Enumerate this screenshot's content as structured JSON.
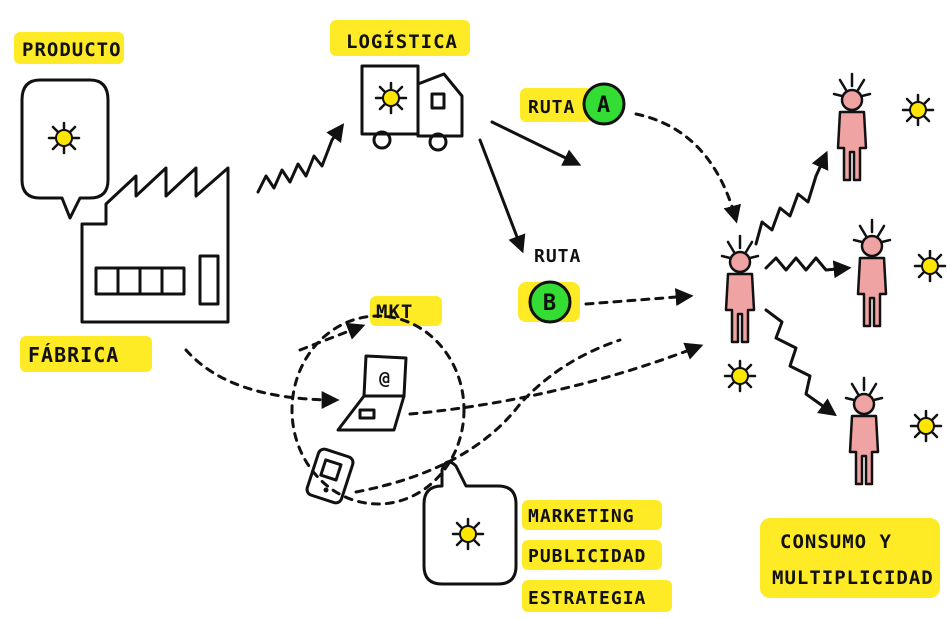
{
  "labels": {
    "producto": "PRODUCTO",
    "logistica": "LOGÍSTICA",
    "ruta_a": "RUTA",
    "ruta_a_badge": "A",
    "ruta_b": "RUTA",
    "ruta_b_badge": "B",
    "fabrica": "FÁBRICA",
    "mkt": "MKT",
    "marketing": "MARKETING",
    "publicidad": "PUBLICIDAD",
    "estrategia": "ESTRATEGIA",
    "consumo": "CONSUMO Y",
    "multiplicidad": "MULTIPLICIDAD"
  },
  "icons": {
    "laptop_symbol": "@"
  },
  "colors": {
    "highlight": "#ffe600",
    "badge": "#33dd33",
    "person": "#f0a3a3",
    "ink": "#111111"
  }
}
